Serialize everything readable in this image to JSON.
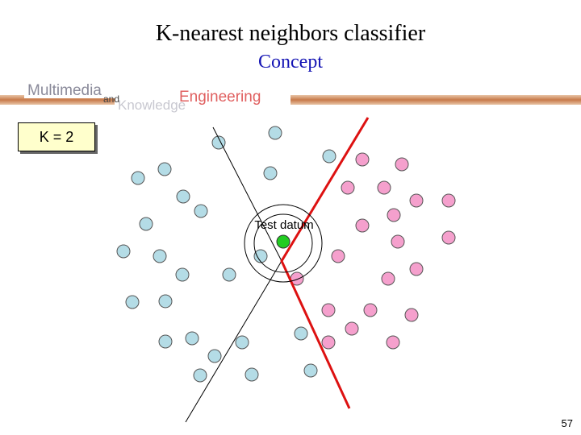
{
  "slide": {
    "title": "K-nearest neighbors classifier",
    "subtitle": "Concept",
    "subtitle_color": "#1414b4",
    "page_number": "57"
  },
  "banner": {
    "line1_left": "Multimedia",
    "line2_left": "and",
    "line3_left": "Knowledge",
    "right_word": "Engineering"
  },
  "k_label": "K = 2",
  "diagram": {
    "test_label": "Test datum",
    "colors": {
      "class_blue": "#b4dce6",
      "class_pink": "#f5a0cd",
      "test_point": "#22cc22",
      "decision_boundary": "#dd1111",
      "linear_boundary": "#000000"
    }
  }
}
